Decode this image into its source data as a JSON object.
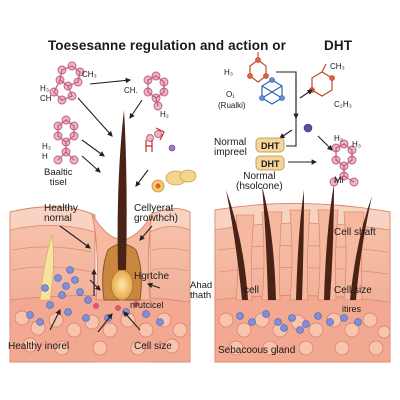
{
  "title": {
    "main": "Toesesanne regulation and action or",
    "dht": "DHT"
  },
  "left_panel": {
    "molecule_labels": {
      "tl_ch": "CH",
      "tl_ch3": "CH₃",
      "tl_h3": "H₃",
      "tc_ch": "CH.",
      "tr_h2": "H₂",
      "bl_h3": "H₃",
      "bl_h": "H"
    },
    "labels": {
      "bailth_tisel": "Baaltic\ntisel",
      "healthy_normal": "Healthy\nnornal",
      "cellyerat_growth": "Cellyerat\ngrowthch)",
      "hgrtche": "Hgrtche",
      "ahad_thath": "Ahad\nthath",
      "nrutcicel": "nrutcicel",
      "healthy_inorel": "Healthy inorel",
      "cell_size": "Cell size"
    }
  },
  "right_panel": {
    "molecule_labels": {
      "h3": "H₃",
      "o1": "O₁",
      "rualki": "(Rualki)",
      "ch3": "CH₃",
      "ch3b": "C₂H₃",
      "h3b": "H₃",
      "h3c": "H₃",
      "mi": "Mi"
    },
    "labels": {
      "normal_impreel": "Normal\nimpreel",
      "dht1": "DHT",
      "dht2": "DHT",
      "normal_hsolcone": "Normal\n(hsolcone)",
      "cell_shaft": "Cell shaft",
      "cell": "cell",
      "cell_size": "Cell size",
      "itires": "itires",
      "sebaceous_gland": "Sebacoous gland"
    }
  },
  "colors": {
    "skin": "#f4b49a",
    "skin_dark": "#e9967c",
    "epidermis": "#f7c7b2",
    "hair": "#4a2316",
    "molecule": "#e8a4b8",
    "dht_box": "#f4d59a",
    "cell_blue": "#7f8fd8"
  }
}
